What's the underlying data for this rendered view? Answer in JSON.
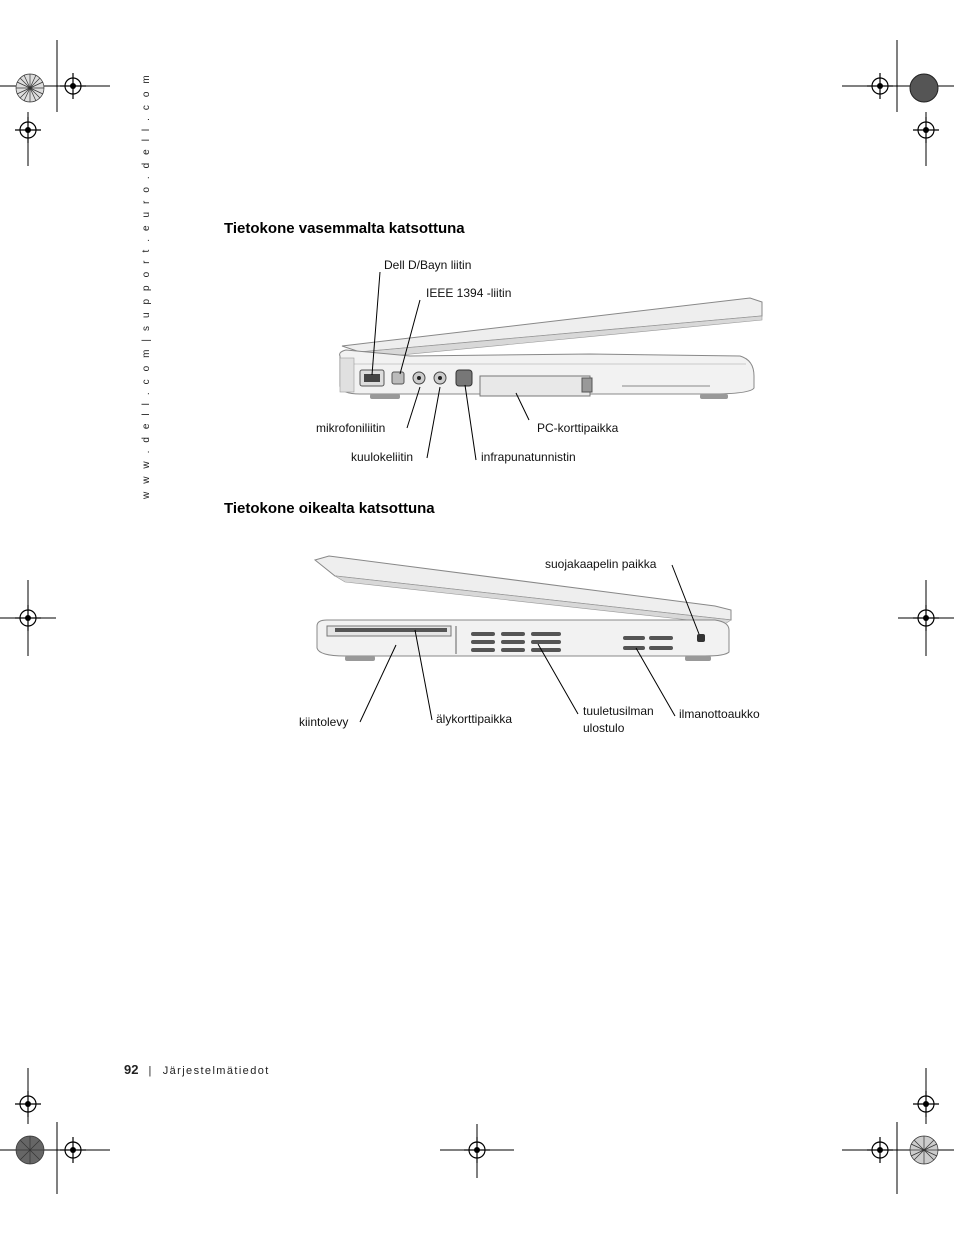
{
  "side_url": "w w w . d e l l . c o m  |  s u p p o r t . e u r o . d e l l . c o m",
  "sections": [
    {
      "title": "Tietokone vasemmalta katsottuna",
      "labels": {
        "dbay": "Dell D/Bayn liitin",
        "ieee": "IEEE 1394 -liitin",
        "mic": "mikrofoniliitin",
        "headphone": "kuulokeliitin",
        "infrared": "infrapunatunnistin",
        "pccard": "PC-korttipaikka"
      }
    },
    {
      "title": "Tietokone oikealta katsottuna",
      "labels": {
        "security": "suojakaapelin paikka",
        "hdd": "kiintolevy",
        "smartcard": "älykorttipaikka",
        "vent_line1": "tuuletusilman",
        "vent_line2": "ulostulo",
        "intake": "ilmanottoaukko"
      }
    }
  ],
  "footer": {
    "page_number": "92",
    "separator": "|",
    "chapter": "Järjestelmätiedot"
  }
}
